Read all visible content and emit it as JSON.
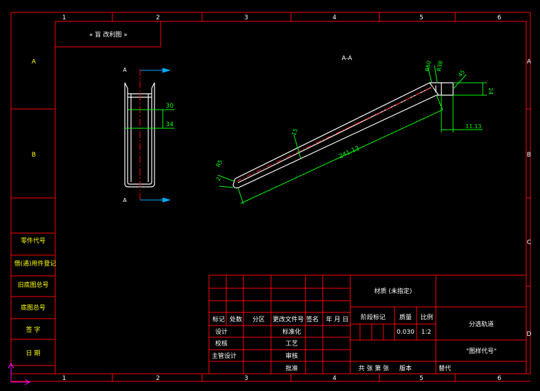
{
  "colors": {
    "background": "#000000",
    "frame": "#ff0000",
    "text": "#ffffff",
    "yellow_text": "#ffff00",
    "dimension": "#00ff00",
    "centerline": "#ff0000",
    "section_marker": "#00aaff",
    "ucs": "#ff00ff"
  },
  "frame": {
    "top_numbers": [
      "1",
      "2",
      "3",
      "4",
      "5",
      "6"
    ],
    "bottom_numbers": [
      "1",
      "2",
      "3",
      "4",
      "5",
      "6"
    ],
    "left_letters": [
      "A",
      "B"
    ],
    "right_letters": [
      "A",
      "B",
      "C",
      "D"
    ]
  },
  "top_left_box": "« 旨 改利图 »",
  "section_title": "A-A",
  "left_view": {
    "top_marker": "A",
    "bottom_marker": "A",
    "dim_30": "30",
    "dim_34": "34"
  },
  "main_view": {
    "dim_length": "241.13",
    "dim_h": "15",
    "dim_r5_left": "R5",
    "dim_2": "2",
    "dim_r50": "R50",
    "dim_r38": "R38",
    "dim_45": "45",
    "dim_24": "24",
    "dim_11_13": "11.13"
  },
  "side_table": [
    "零件代号",
    "借(通)用件登记",
    "旧底图总号",
    "底图总号",
    "签 字",
    "日 期"
  ],
  "title_block": {
    "material": "材质 (未指定)",
    "rev_headers": [
      "标记",
      "处数",
      "分区",
      "更改文件号",
      "签名",
      "年 月 日"
    ],
    "roles": [
      "设计",
      "校核",
      "主管设计"
    ],
    "roles_right": [
      "标准化",
      "工艺",
      "审核",
      "批准"
    ],
    "stage_headers": [
      "阶段标记",
      "质量",
      "比例"
    ],
    "mass": "0.030",
    "scale": "1:2",
    "part_name": "分选轨道",
    "drawing_no": "\"图样代号\"",
    "bottom_row": [
      "共 张 第 张",
      "版本",
      "替代"
    ]
  }
}
